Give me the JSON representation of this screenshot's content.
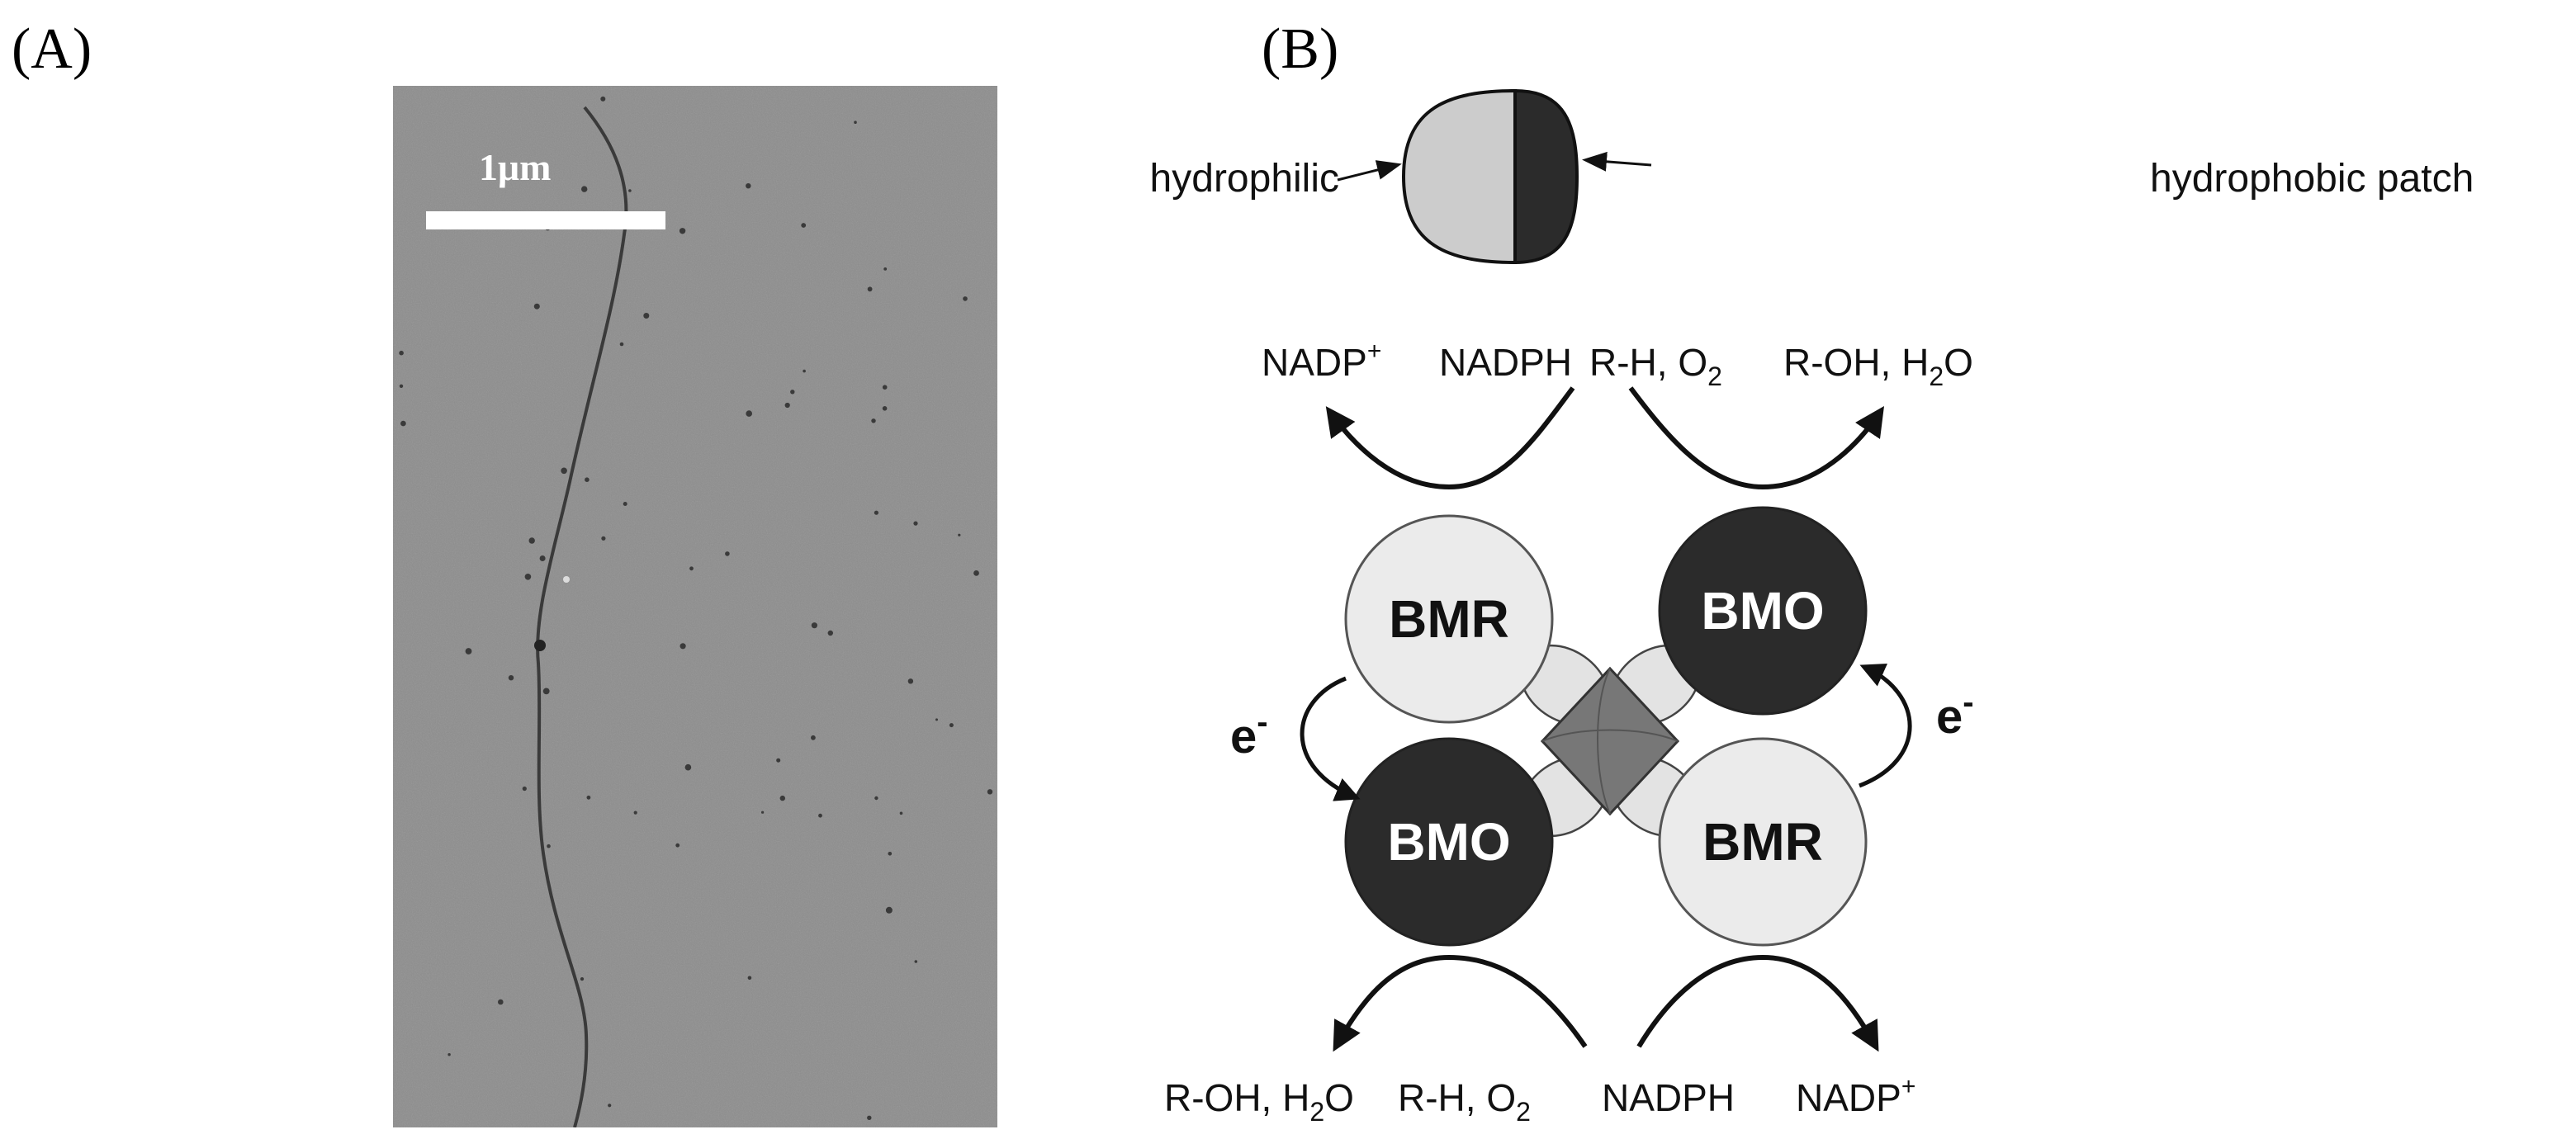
{
  "panels": {
    "a_label": "(A)",
    "b_label": "(B)"
  },
  "micrograph": {
    "scale_bar_label": "1μm"
  },
  "legend": {
    "hydrophilic": "hydrophilic",
    "hydrophobic": "hydrophobic patch"
  },
  "enzymes": {
    "top_left": "BMR",
    "top_right": "BMO",
    "bottom_left": "BMO",
    "bottom_right": "BMR"
  },
  "electron": {
    "left": "e",
    "right": "e",
    "superscript": "-"
  },
  "reactions": {
    "top_left_out": "NADP",
    "top_left_out_sup": "+",
    "top_left_in": "NADPH",
    "top_right_in_a": "R-H, O",
    "top_right_in_sub": "2",
    "top_right_out_a": "R-OH, H",
    "top_right_out_sub": "2",
    "top_right_out_b": "O",
    "bottom_left_out_a": "R-OH, H",
    "bottom_left_out_sub": "2",
    "bottom_left_out_b": "O",
    "bottom_left_in_a": "R-H, O",
    "bottom_left_in_sub": "2",
    "bottom_right_in": "NADPH",
    "bottom_right_out": "NADP",
    "bottom_right_out_sup": "+"
  },
  "colors": {
    "micrograph_gray": "#8d8d8d",
    "light_gray": "#ebebeb",
    "mid_gray": "#cccccc",
    "dark": "#2b2b2b",
    "core": "#777777"
  }
}
